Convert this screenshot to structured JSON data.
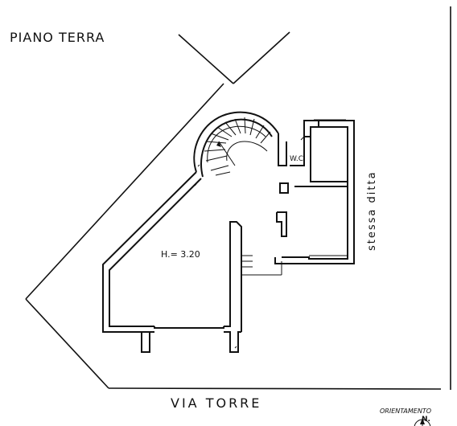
{
  "floor_title": "PIANO TERRA",
  "room_height": "H.= 3.20",
  "wc_label": "W.C.",
  "neighbor_label": "stessa ditta",
  "street_label": "VIA TORRE",
  "orientation_label": "ORIENTAMENTO",
  "north_label": "N."
}
